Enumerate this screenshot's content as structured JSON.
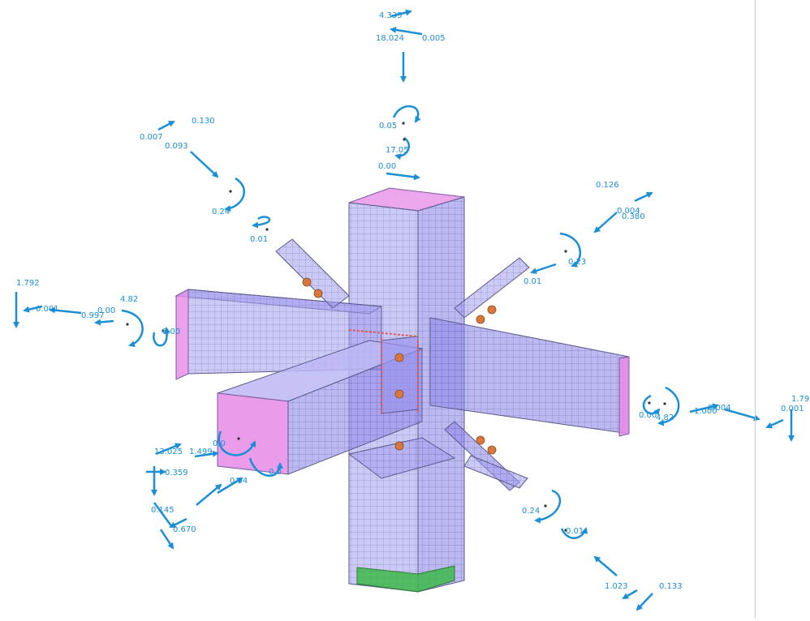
{
  "labels": {
    "top_a": "4.335",
    "top_b": "18.024",
    "top_c": "0.005",
    "top_m1": "0.05",
    "top_m2": "17.05",
    "top_m3": "0.00",
    "ul_a": "0.130",
    "ul_b": "0.007",
    "ul_c": "0.093",
    "ul_m1": "0.24",
    "ul_m2": "0.01",
    "ur_a": "0.126",
    "ur_b": "0.004",
    "ur_c": "0.380",
    "ur_m1": "0.23",
    "ur_m2": "0.01",
    "l_a": "1.792",
    "l_b": "0.001",
    "l_c": "0.997",
    "l_d": "0.00",
    "l_m1": "4.82",
    "l_m2": "0.00",
    "r_m1": "0.00",
    "r_m2": "4.82",
    "r_a": "1.000",
    "r_b": "0.004",
    "r_c": "1.79",
    "r_d": "0.001",
    "ll_a": "13.025",
    "ll_b": "1.499",
    "ll_c": "0.359",
    "ll_m1": "0.0",
    "ll_m2": "0.0",
    "ll_m3": "0.04",
    "ll_d": "0.145",
    "ll_e": "0.670",
    "lr_m1": "0.24",
    "lr_m2": "0.01",
    "lr_a": "1.023",
    "lr_b": "0.133"
  },
  "colors": {
    "arrow": "#1a8fd6",
    "label": "#1a8fd6",
    "plate_fill": "#a29cf0",
    "plate_end": "#e68ae6",
    "mesh": "#5a5a8a",
    "base": "#3cb84a",
    "bolt": "#d9773c",
    "weld": "#e05a5a"
  }
}
